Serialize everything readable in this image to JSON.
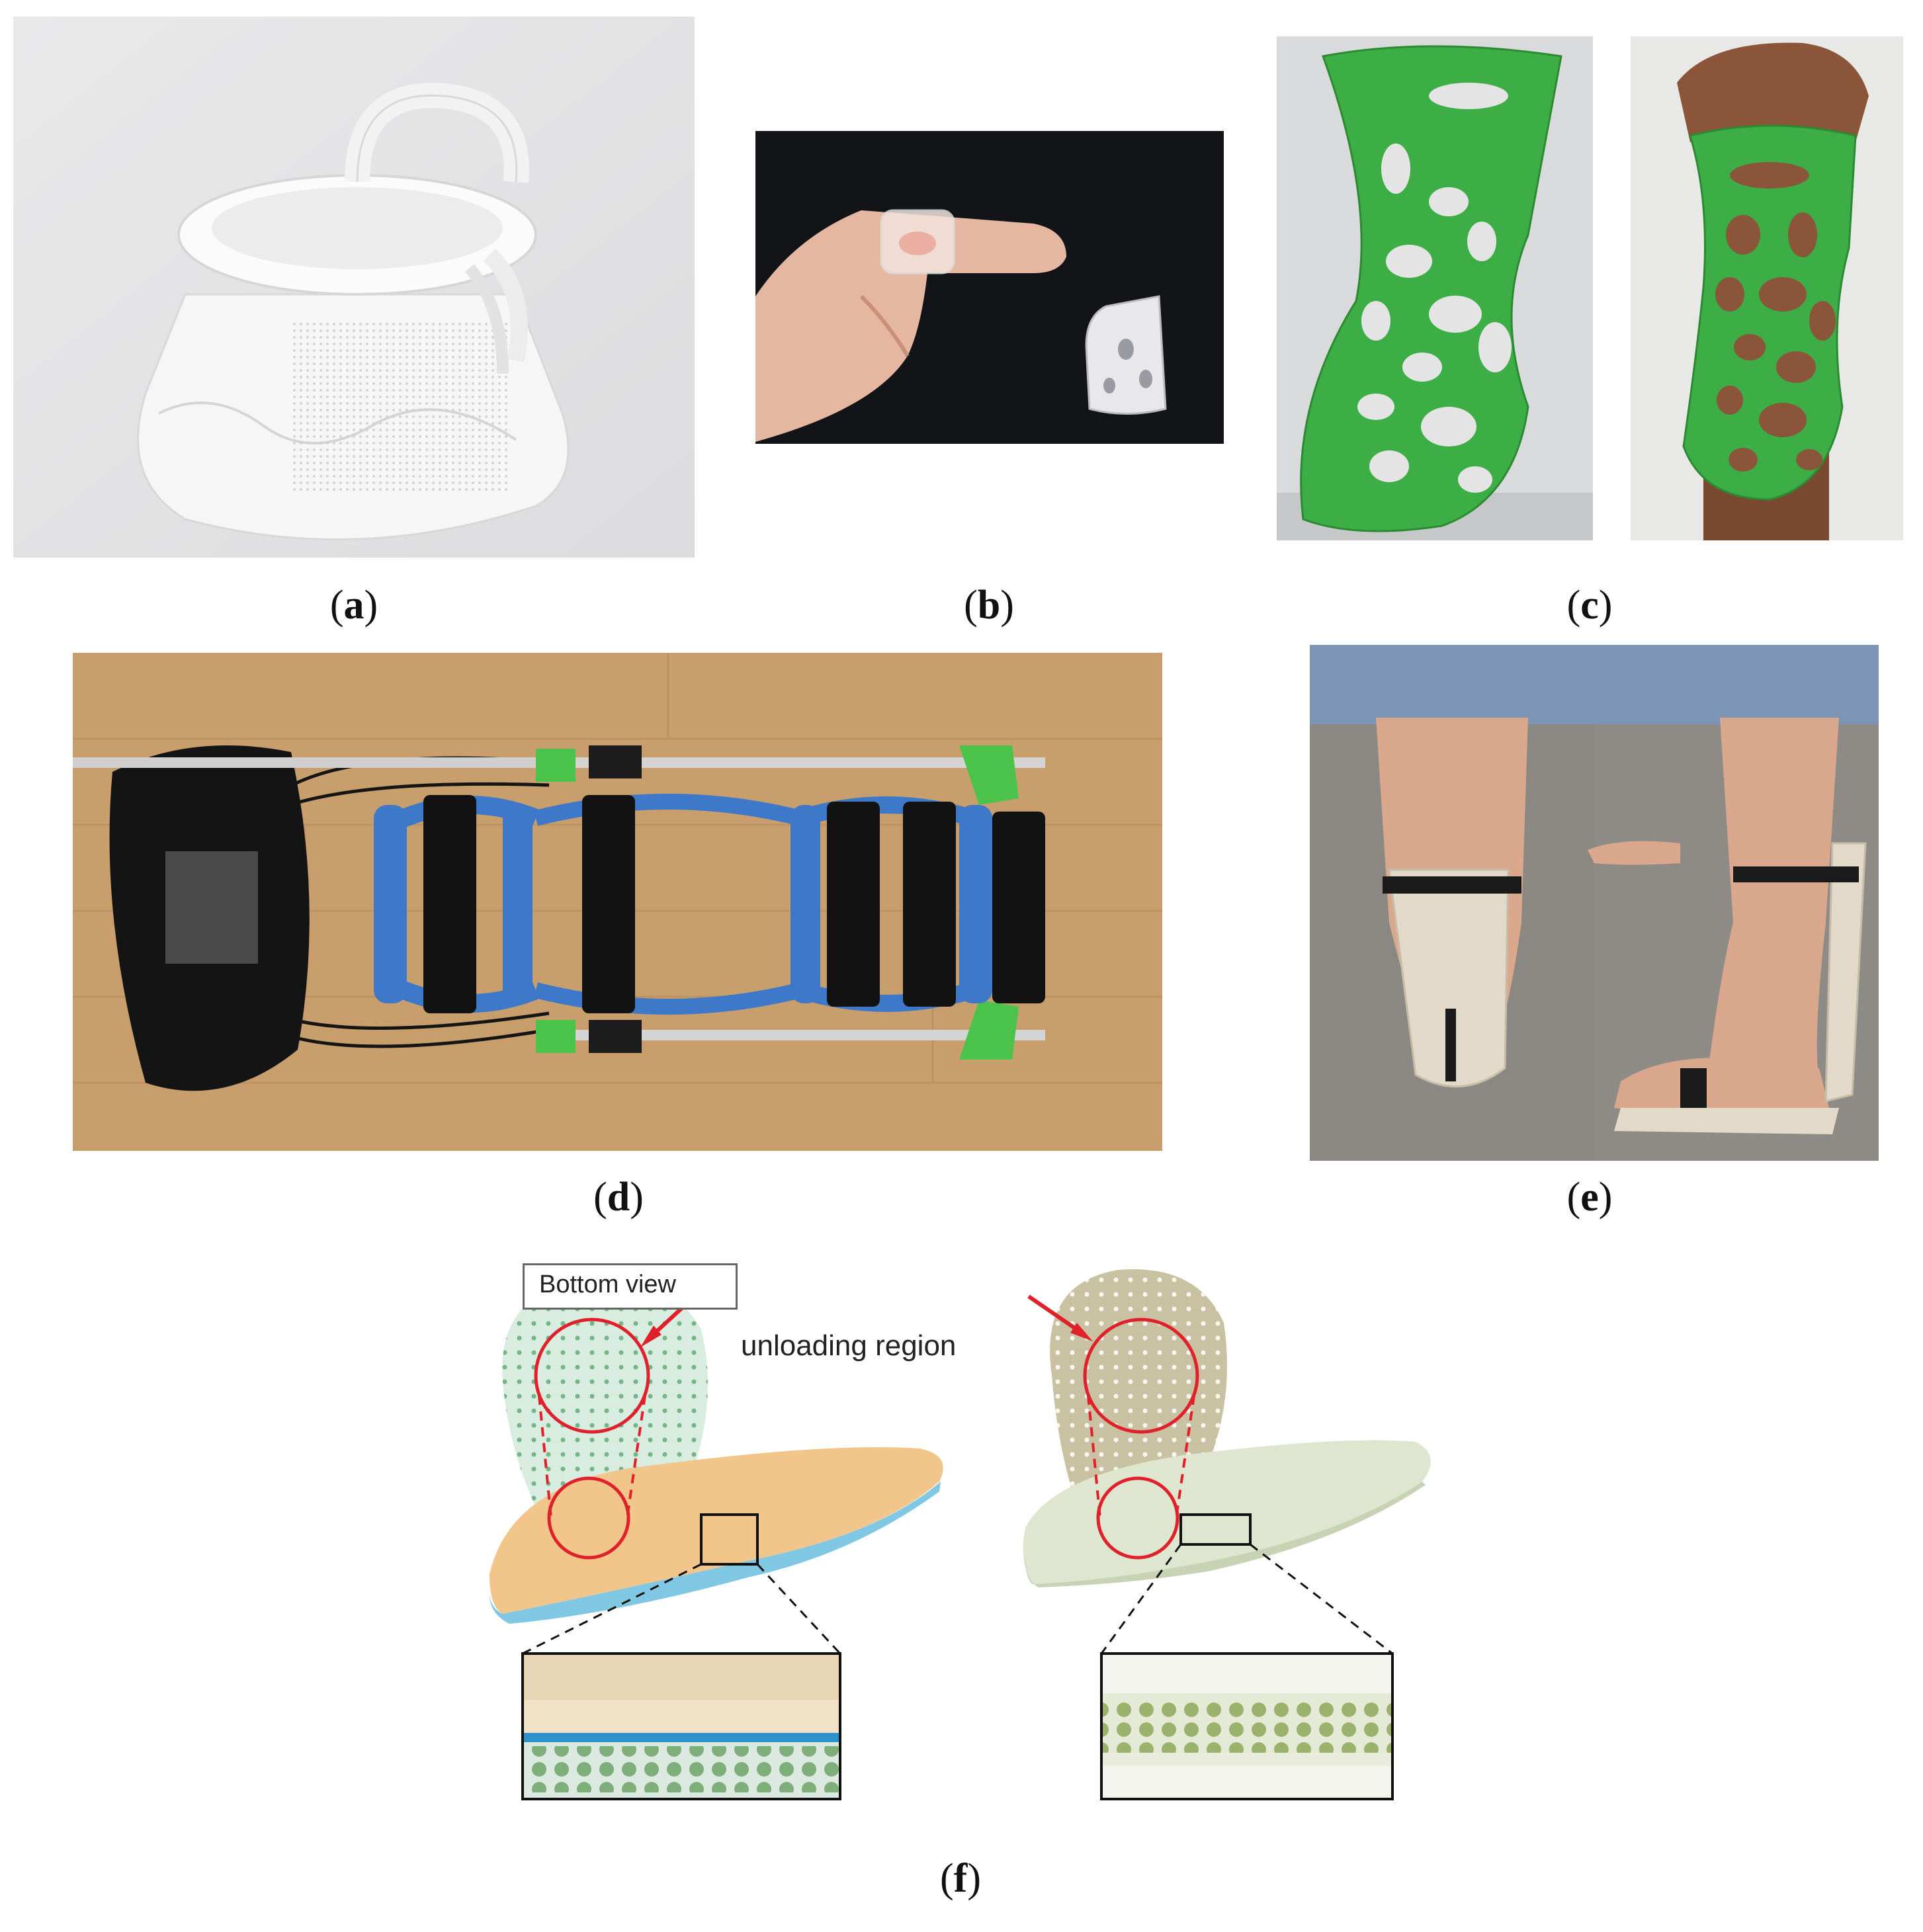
{
  "captions": {
    "a": "a",
    "b": "b",
    "c": "c",
    "d": "d",
    "e": "e",
    "f": "f"
  },
  "panel_f": {
    "bottom_view_label": "Bottom view",
    "unloading_region_label": "unloading region"
  },
  "colors": {
    "red_annotation": "#e0202a",
    "green_brace": "#3cae45",
    "blue_brace": "#3e79c9",
    "wood": "#c79e6c",
    "insole_orange": "#f2c68a"
  }
}
